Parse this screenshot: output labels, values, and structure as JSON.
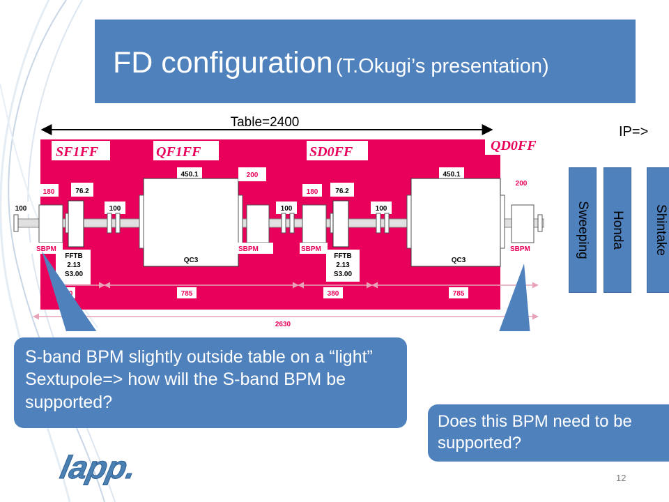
{
  "slide": {
    "title": "FD configuration",
    "subtitle": "(T.Okugi’s presentation)",
    "page_number": "12",
    "logo_text": "lapp."
  },
  "diagram": {
    "table_label": "Table=2400",
    "blocks": [
      "SF1FF",
      "QF1FF",
      "SD0FF",
      "QD0FF"
    ],
    "dims_top": [
      "180",
      "76.2",
      "450.1",
      "200",
      "180",
      "76.2",
      "450.1",
      "200"
    ],
    "dims_spacing": [
      "100",
      "100",
      "100",
      "100"
    ],
    "component_labels": [
      "SBPM",
      "FFTB",
      "2.13",
      "S3.00",
      "QC3",
      "SBPM",
      "SBPM",
      "FFTB",
      "2.13",
      "S3.00",
      "QC3",
      "SBPM"
    ],
    "dims_bottom": [
      "380",
      "785",
      "380",
      "785"
    ],
    "total_length": "2630",
    "ip_label": "IP=>",
    "vertical_boxes": [
      "Sweeping",
      "Honda",
      "Shintake"
    ]
  },
  "callouts": {
    "left": "S-band BPM slightly outside table on a “light” Sextupole=> how will the S-band BPM be supported?",
    "right": "Does this BPM need to be supported?"
  },
  "colors": {
    "title_bg": "#4f81bd",
    "table_bg": "#e8005a",
    "callout_bg": "#4f81bd",
    "block_label": "#e8005a"
  }
}
